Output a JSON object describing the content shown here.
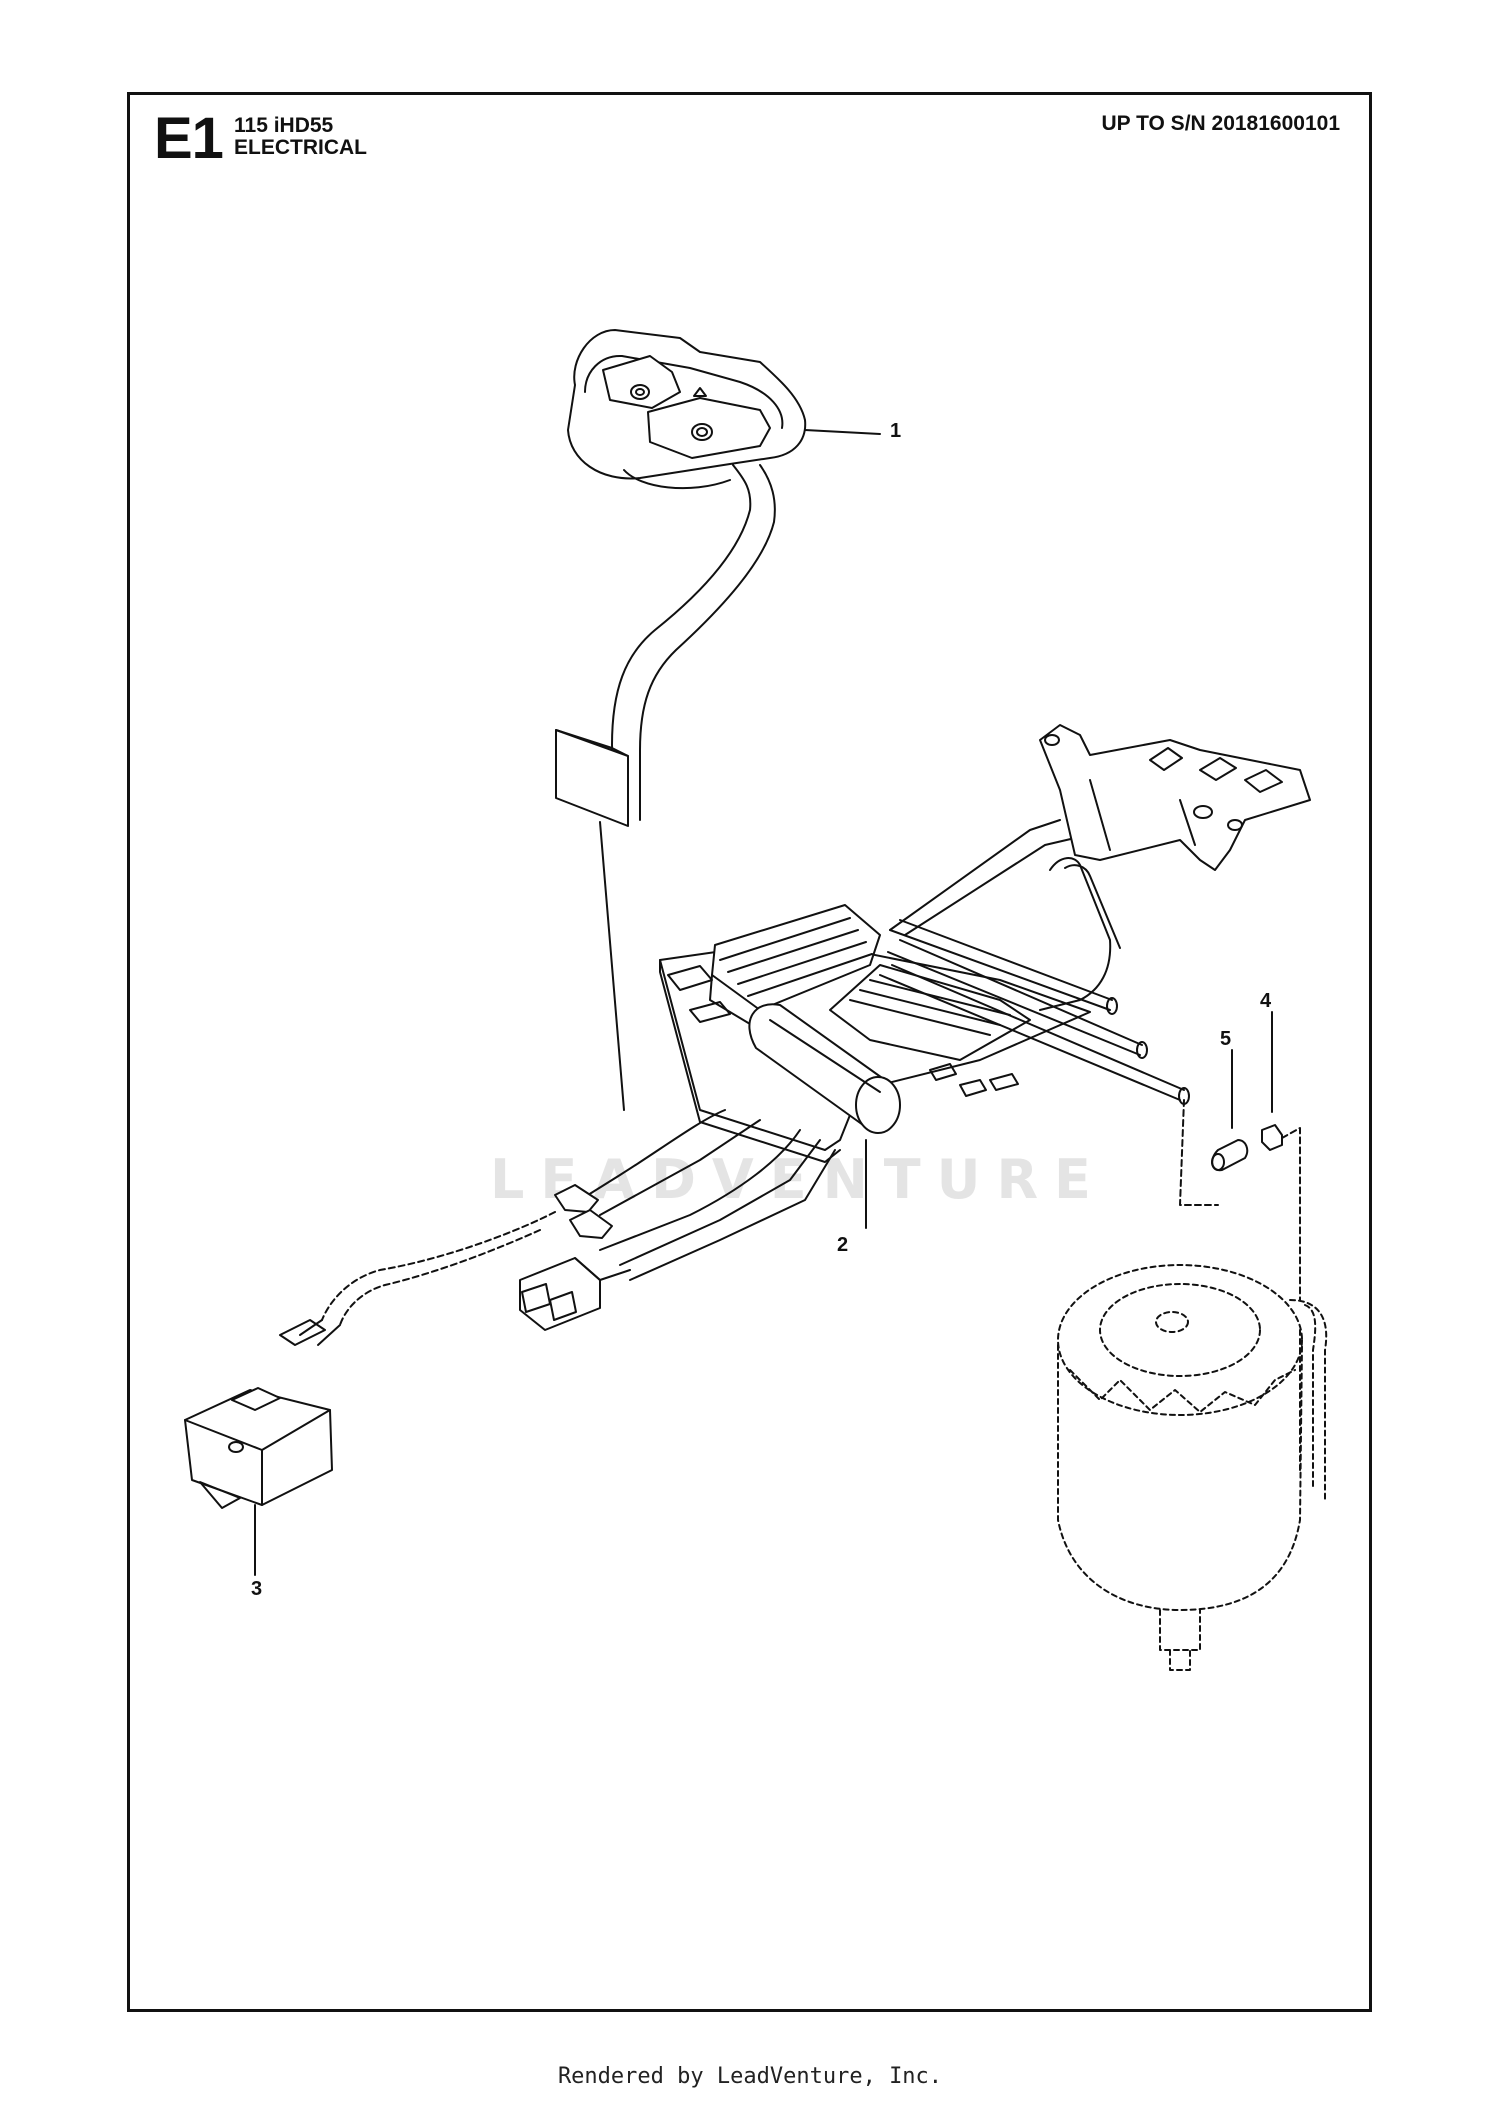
{
  "header": {
    "section_code": "E1",
    "model": "115 iHD55",
    "title": "ELECTRICAL",
    "serial_note": "UP TO S/N 20181600101"
  },
  "watermark": "LEADVENTURE",
  "callouts": [
    "1",
    "2",
    "3",
    "4",
    "5"
  ],
  "footer": "Rendered by LeadVenture, Inc."
}
